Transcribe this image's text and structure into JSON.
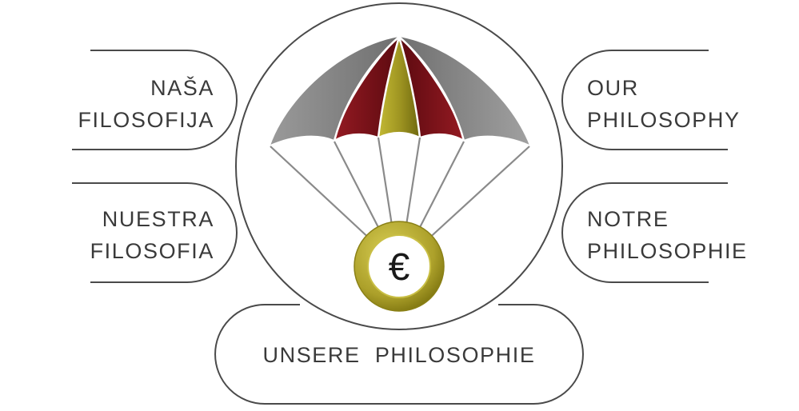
{
  "labels": {
    "top_left": [
      "NAŠA",
      "FILOSOFIJA"
    ],
    "mid_left": [
      "NUESTRA",
      "FILOSOFIA"
    ],
    "top_right": [
      "OUR",
      "PHILOSOPHY"
    ],
    "mid_right": [
      "NOTRE",
      "PHILOSOPHIE"
    ],
    "bottom": "UNSERE  PHILOSOPHIE"
  },
  "coin_symbol": "€",
  "icons": [
    "parachute-icon",
    "euro-coin-icon"
  ],
  "colors": {
    "line": "#4a4a4a",
    "text": "#3a3a3a",
    "canopy_gray": "#8c8c8c",
    "canopy_red": "#7a1018",
    "canopy_gold": "#a39a20",
    "coin_gold": "#b2a626"
  }
}
